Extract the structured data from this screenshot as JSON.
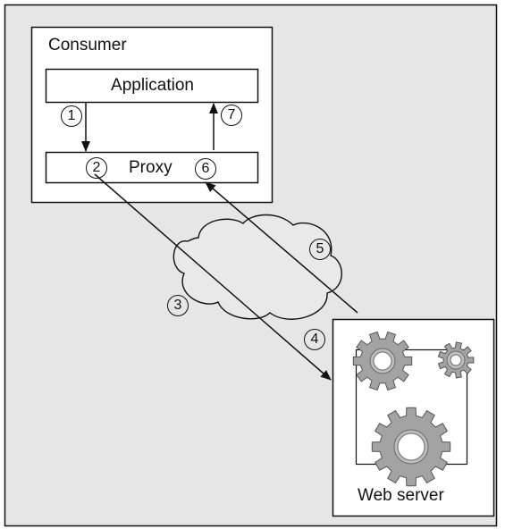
{
  "colors": {
    "canvas": "#e6e6e6",
    "box_fill": "#ffffff",
    "stroke": "#111111",
    "cloud": "#e9e9e9",
    "gear": "#a3a3a3"
  },
  "consumer": {
    "label": "Consumer",
    "application_label": "Application",
    "proxy_label": "Proxy"
  },
  "server": {
    "label": "Web server",
    "icons": [
      "gear-icon",
      "gear-icon",
      "gear-icon"
    ]
  },
  "network": {
    "icon": "cloud-icon"
  },
  "steps": [
    "1",
    "2",
    "3",
    "4",
    "5",
    "6",
    "7"
  ]
}
